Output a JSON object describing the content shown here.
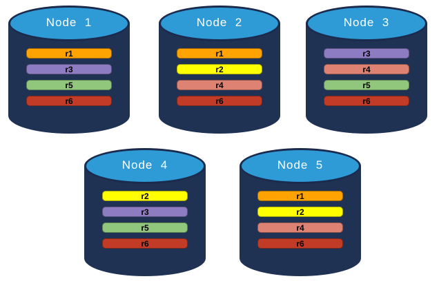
{
  "diagram": {
    "nodes": [
      {
        "label": "Node  1",
        "replicas": [
          "r1",
          "r3",
          "r5",
          "r6"
        ]
      },
      {
        "label": "Node  2",
        "replicas": [
          "r1",
          "r2",
          "r4",
          "r6"
        ]
      },
      {
        "label": "Node  3",
        "replicas": [
          "r3",
          "r4",
          "r5",
          "r6"
        ]
      },
      {
        "label": "Node  4",
        "replicas": [
          "r2",
          "r3",
          "r5",
          "r6"
        ]
      },
      {
        "label": "Node  5",
        "replicas": [
          "r1",
          "r2",
          "r4",
          "r6"
        ]
      }
    ],
    "replica_colors": {
      "r1": "#FFA302",
      "r2": "#FFFF00",
      "r3": "#8E7CC3",
      "r4": "#DE8274",
      "r5": "#90C77C",
      "r6": "#C23B26"
    },
    "cylinder_colors": {
      "body": "#1F3254",
      "top": "#2E9BD6",
      "top_border": "#1B2B4E"
    }
  }
}
